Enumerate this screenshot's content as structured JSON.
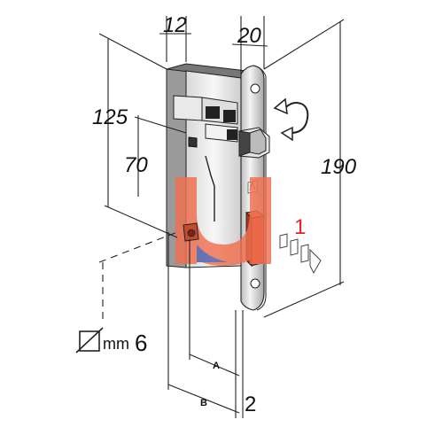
{
  "dimensions": {
    "top_width": "12",
    "faceplate_width": "20",
    "height_to_follower": "125",
    "height_to_latch": "70",
    "total_height": "190",
    "thickness": "2",
    "label_a": "A",
    "label_b": "B"
  },
  "latch_step": "1",
  "spindle": {
    "unit": "mm",
    "size": "6"
  },
  "colors": {
    "accent_red": "#e0261e",
    "logo_orange": "#f08060",
    "logo_blue": "#4a5aa8",
    "metal_light": "#eeeeee",
    "metal_dark": "#333333"
  },
  "icons": [
    "rotate-arrow-icon",
    "push-arrow-icon",
    "brand-logo"
  ]
}
